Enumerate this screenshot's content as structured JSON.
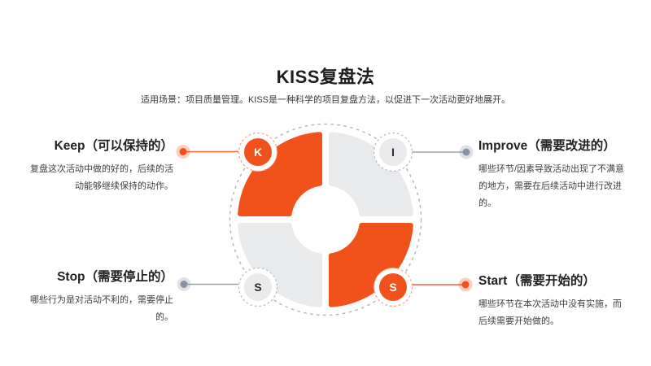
{
  "page": {
    "title": "KISS复盘法",
    "subtitle": "适用场景：项目质量管理。KISS是一种科学的项目复盘方法，以促进下一次活动更好地展开。"
  },
  "colors": {
    "accent_orange": "#F1511B",
    "orange_dash_ring": "#F7A183",
    "segment_gray": "#E9EAEC",
    "gray_dash_ring": "#B6BCC6",
    "orbit_dash_gray": "#ADB3BF",
    "connector_gray_line": "#99A1B0",
    "connector_gray_dot": "#8A92A4",
    "heading_text": "#222222",
    "body_text": "#3F3F3F"
  },
  "diagram": {
    "type": "quadrant-donut",
    "segments": [
      {
        "letter": "K",
        "name": "Keep",
        "position": "top-left",
        "style": "orange"
      },
      {
        "letter": "I",
        "name": "Improve",
        "position": "top-right",
        "style": "gray"
      },
      {
        "letter": "S",
        "name": "Stop",
        "position": "bottom-left",
        "style": "gray"
      },
      {
        "letter": "S",
        "name": "Start",
        "position": "bottom-right",
        "style": "orange"
      }
    ]
  },
  "items": {
    "keep": {
      "heading": "Keep（可以保持的）",
      "body": "复盘这次活动中做的好的，后续的活动能够继续保持的动作。"
    },
    "improve": {
      "heading": "Improve（需要改进的）",
      "body": "哪些环节/因素导致活动出现了不满意的地方，需要在后续活动中进行改进的。"
    },
    "stop": {
      "heading": "Stop（需要停止的）",
      "body": "哪些行为是对活动不利的，需要停止的。"
    },
    "start": {
      "heading": "Start（需要开始的）",
      "body": "哪些环节在本次活动中没有实施，而后续需要开始做的。"
    }
  }
}
